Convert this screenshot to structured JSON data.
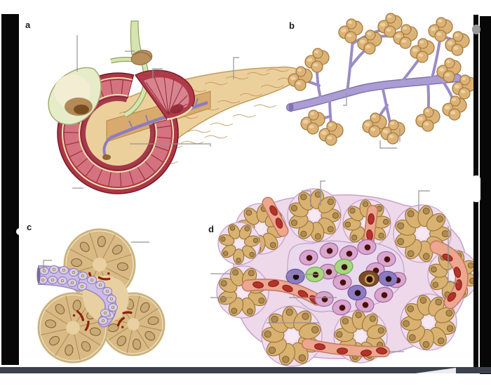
{
  "panels": {
    "a": {
      "label": "a"
    },
    "b": {
      "label": "b"
    },
    "c": {
      "label": "c"
    },
    "d": {
      "label": "d"
    }
  },
  "colors": {
    "background": "#ffffff",
    "frame_black": "#070707",
    "bottom_bar": "#3c414d",
    "callout_line": "#949494",
    "pancreas_wheat": "#ecd09c",
    "duodenum_red": "#ad3646",
    "duodenum_mucosa": "#d4737f",
    "gallbladder_green": "#e7ecc8",
    "bile_duct_green": "#d6e4b0",
    "duct_lavender": "#ab9dd4",
    "acini_tan": "#dcb377",
    "acinar_cell_tan": "#d9b171",
    "lobule_pink": "#eed9ea",
    "islet_mauve": "#d8a6cf",
    "islet_green": "#a8d780",
    "islet_purple": "#8d7bc2",
    "islet_brown": "#7c4c27",
    "vessel_salmon": "#eca78e",
    "rbc_red": "#b5322a"
  }
}
